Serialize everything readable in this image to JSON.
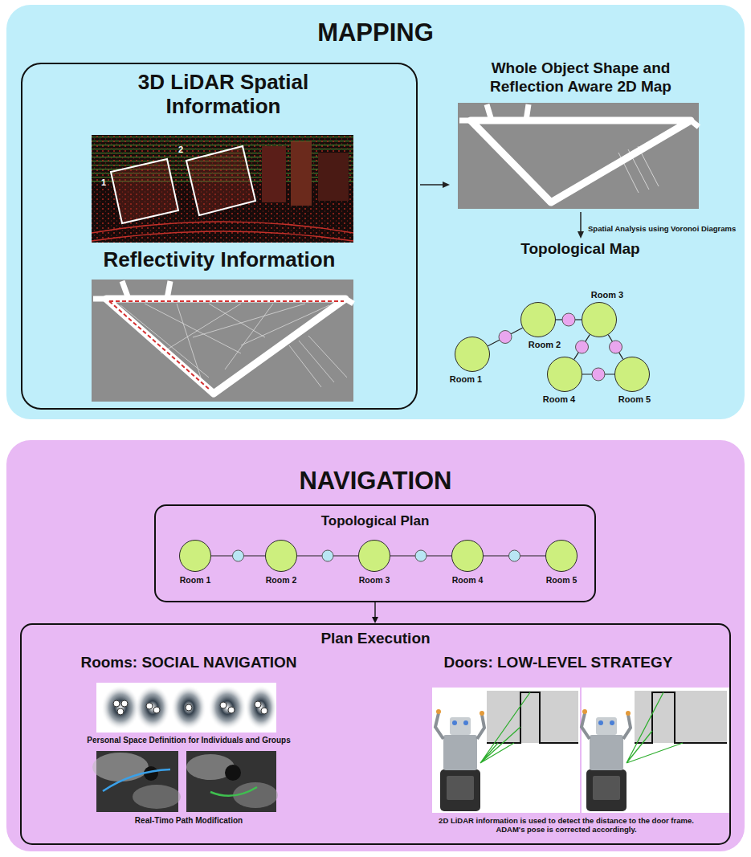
{
  "diagram": {
    "nodes": [
      {
        "text": [
          "MAPPING",
          "Whole Object Shape and Reflection Aware 2D Map",
          "Spatial Analysis using Voronoi Diagrams",
          "Topological Map"
        ]
      },
      {
        "text": [
          "3D LiDAR Spatial Information",
          "Reflectivity Information"
        ],
        "in": 0
      },
      {
        "text": [
          "Room 1"
        ],
        "in": 0
      },
      {
        "text": [
          "Room 2"
        ],
        "in": 0
      },
      {
        "text": [
          "Room 3"
        ],
        "in": 0
      },
      {
        "text": [
          "Room 4"
        ],
        "in": 0
      },
      {
        "text": [
          "Room 5"
        ],
        "in": 0
      },
      {
        "text": [
          "NAVIGATION"
        ]
      },
      {
        "text": [
          "Topological Plan"
        ],
        "in": 7
      },
      {
        "text": [
          "Room 1"
        ],
        "in": 8
      },
      {
        "text": [
          "Room 2"
        ],
        "in": 8
      },
      {
        "text": [
          "Room 3"
        ],
        "in": 8
      },
      {
        "text": [
          "Room 4"
        ],
        "in": 8
      },
      {
        "text": [
          "Room 5"
        ],
        "in": 8
      },
      {
        "text": [
          "Plan Execution",
          "Rooms: SOCIAL NAVIGATION",
          "Personal Space Definition for Individuals and Groups",
          "Real-Timo Path Modification",
          "Doors: LOW-LEVEL STRATEGY",
          "2D LiDAR information is used to detect the distance to the door frame. ADAM's pose is corrected accordingly."
        ],
        "in": 7
      }
    ],
    "edges": [
      {
        "from": 2,
        "to": 3,
        "arrow": "none"
      },
      {
        "from": 3,
        "to": 4,
        "arrow": "none"
      },
      {
        "from": 4,
        "to": 5,
        "arrow": "none"
      },
      {
        "from": 4,
        "to": 6,
        "arrow": "none"
      },
      {
        "from": 5,
        "to": 6,
        "arrow": "none"
      },
      {
        "from": 9,
        "to": 10,
        "arrow": "none"
      },
      {
        "from": 10,
        "to": 11,
        "arrow": "none"
      },
      {
        "from": 11,
        "to": 12,
        "arrow": "none"
      },
      {
        "from": 12,
        "to": 13,
        "arrow": "none"
      },
      {
        "from": 8,
        "to": 14,
        "arrow": "to"
      }
    ],
    "labels": [
      "1",
      "2"
    ]
  }
}
